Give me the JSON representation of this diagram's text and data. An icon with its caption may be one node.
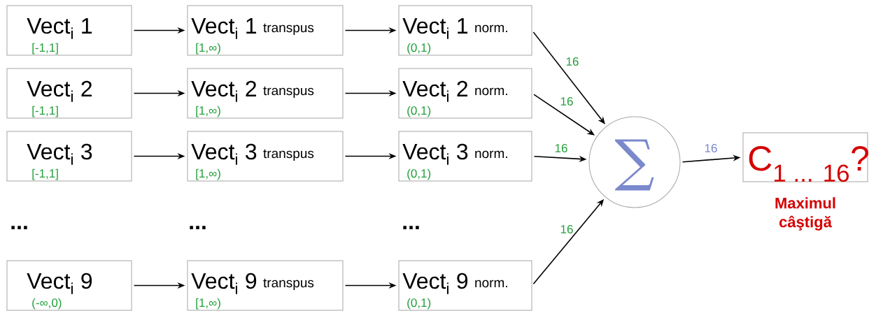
{
  "diagram": {
    "nodes": [
      {
        "text": [
          "Vect$_{i}$ 1",
          "[-1,1]"
        ]
      },
      {
        "text": [
          "Vect$_{i}$ 1",
          "transpus",
          "[1,∞)"
        ]
      },
      {
        "text": [
          "Vect$_{i}$ 1",
          "norm.",
          "(0,1)"
        ]
      },
      {
        "text": [
          "Vect$_{i}$ 2",
          "[-1,1]"
        ]
      },
      {
        "text": [
          "Vect$_{i}$ 2",
          "transpus",
          "[1,∞)"
        ]
      },
      {
        "text": [
          "Vect$_{i}$ 2",
          "norm.",
          "(0,1)"
        ]
      },
      {
        "text": [
          "Vect$_{i}$ 3",
          "[-1,1]"
        ]
      },
      {
        "text": [
          "Vect$_{i}$ 3",
          "transpus",
          "[1,∞)"
        ]
      },
      {
        "text": [
          "Vect$_{i}$ 3",
          "norm.",
          "(0,1)"
        ]
      },
      {
        "text": [
          "Vect$_{i}$ 9",
          "(-∞,0)"
        ]
      },
      {
        "text": [
          "Vect$_{i}$ 9",
          "transpus",
          "[1,∞)"
        ]
      },
      {
        "text": [
          "Vect$_{i}$ 9",
          "norm.",
          "(0,1)"
        ]
      },
      {
        "text": [
          "∑"
        ]
      },
      {
        "text": [
          "C$_{1 ... 16}$?"
        ],
        "beside": [
          "Maximul câştigă"
        ]
      }
    ],
    "edges": [
      {
        "from": 0,
        "to": 1,
        "arrow": "to"
      },
      {
        "from": 1,
        "to": 2,
        "arrow": "to"
      },
      {
        "from": 2,
        "to": 12,
        "arrow": "to",
        "label": "16"
      },
      {
        "from": 3,
        "to": 4,
        "arrow": "to"
      },
      {
        "from": 4,
        "to": 5,
        "arrow": "to"
      },
      {
        "from": 5,
        "to": 12,
        "arrow": "to",
        "label": "16"
      },
      {
        "from": 6,
        "to": 7,
        "arrow": "to"
      },
      {
        "from": 7,
        "to": 8,
        "arrow": "to"
      },
      {
        "from": 8,
        "to": 12,
        "arrow": "to",
        "label": "16"
      },
      {
        "from": 9,
        "to": 10,
        "arrow": "to"
      },
      {
        "from": 10,
        "to": 11,
        "arrow": "to"
      },
      {
        "from": 11,
        "to": 12,
        "arrow": "to",
        "label": "16"
      },
      {
        "from": 12,
        "to": 13,
        "arrow": "to",
        "label": "16"
      }
    ],
    "labels": [
      "...",
      "...",
      "..."
    ]
  }
}
